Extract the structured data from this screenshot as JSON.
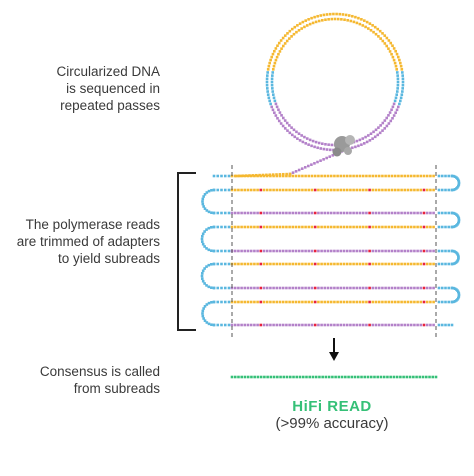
{
  "labels": {
    "circularized": [
      "Circularized DNA",
      "is sequenced in",
      "repeated passes"
    ],
    "polymerase": [
      "The polymerase reads",
      "are trimmed of adapters",
      "to yield subreads"
    ],
    "consensus": [
      "Consensus is called",
      "from subreads"
    ]
  },
  "result": {
    "title": "HiFi READ",
    "subtitle": "(>99% accuracy)"
  },
  "colors": {
    "yellow": "#f5b831",
    "purple": "#b381c9",
    "blue": "#5ab7df",
    "red": "#e8223e",
    "green": "#35c077",
    "dashed": "#555555",
    "bracket": "#222222",
    "polymerase": "#9a9a9a"
  },
  "icons": {
    "polymerase": "polymerase-enzyme-icon",
    "arrow": "down-arrow-icon"
  }
}
